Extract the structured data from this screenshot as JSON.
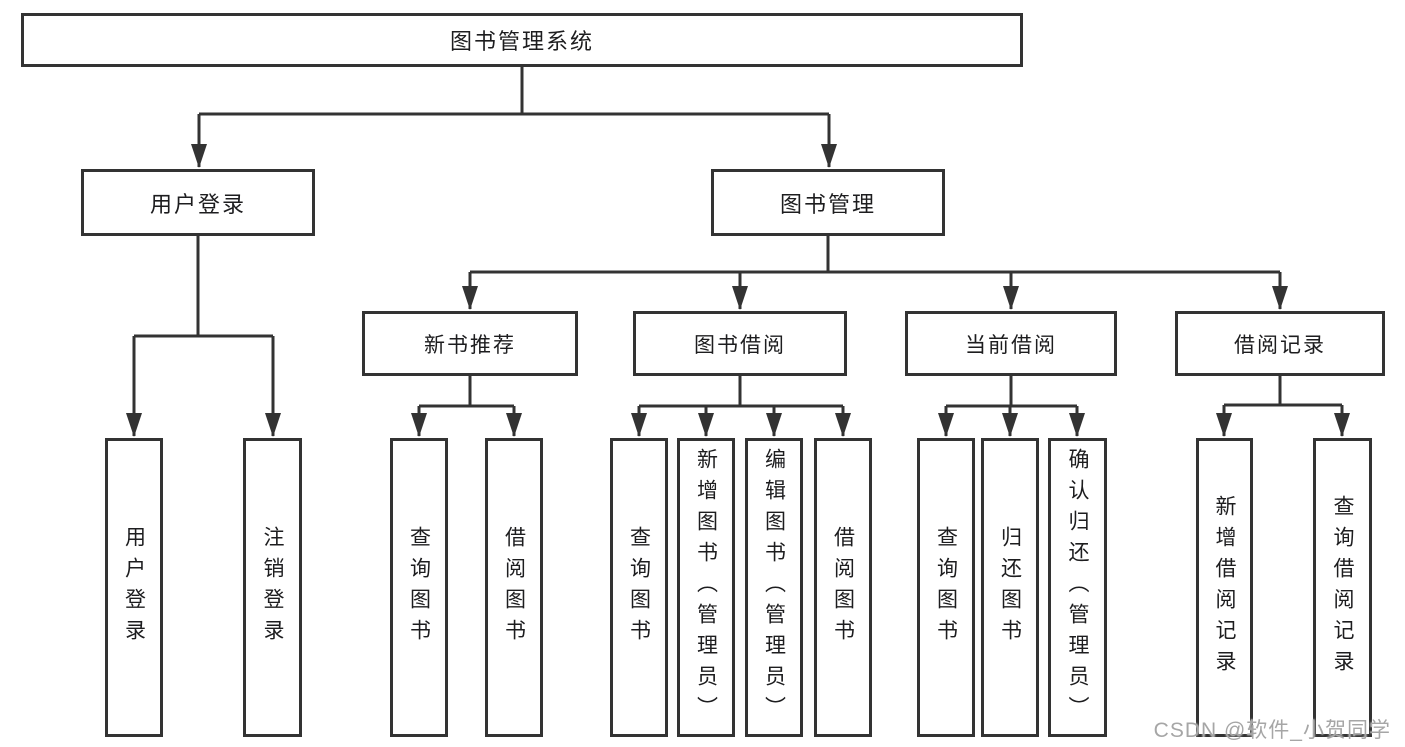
{
  "diagram": {
    "root": {
      "label": "图书管理系统"
    },
    "children": [
      {
        "label": "用户登录",
        "children": [
          {
            "label": "用户登录"
          },
          {
            "label": "注销登录"
          }
        ]
      },
      {
        "label": "图书管理",
        "children": [
          {
            "label": "新书推荐",
            "children": [
              {
                "label": "查询图书"
              },
              {
                "label": "借阅图书"
              }
            ]
          },
          {
            "label": "图书借阅",
            "children": [
              {
                "label": "查询图书"
              },
              {
                "label": "新增图书（管理员）"
              },
              {
                "label": "编辑图书（管理员）"
              },
              {
                "label": "借阅图书"
              }
            ]
          },
          {
            "label": "当前借阅",
            "children": [
              {
                "label": "查询图书"
              },
              {
                "label": "归还图书"
              },
              {
                "label": "确认归还（管理员）"
              }
            ]
          },
          {
            "label": "借阅记录",
            "children": [
              {
                "label": "新增借阅记录"
              },
              {
                "label": "查询借阅记录"
              }
            ]
          }
        ]
      }
    ]
  },
  "watermark": {
    "text": "CSDN @软件_小贺同学"
  },
  "colors": {
    "line": "#333333",
    "background": "#ffffff",
    "text": "#1d1d1f",
    "watermark": "#a6a6a6"
  }
}
